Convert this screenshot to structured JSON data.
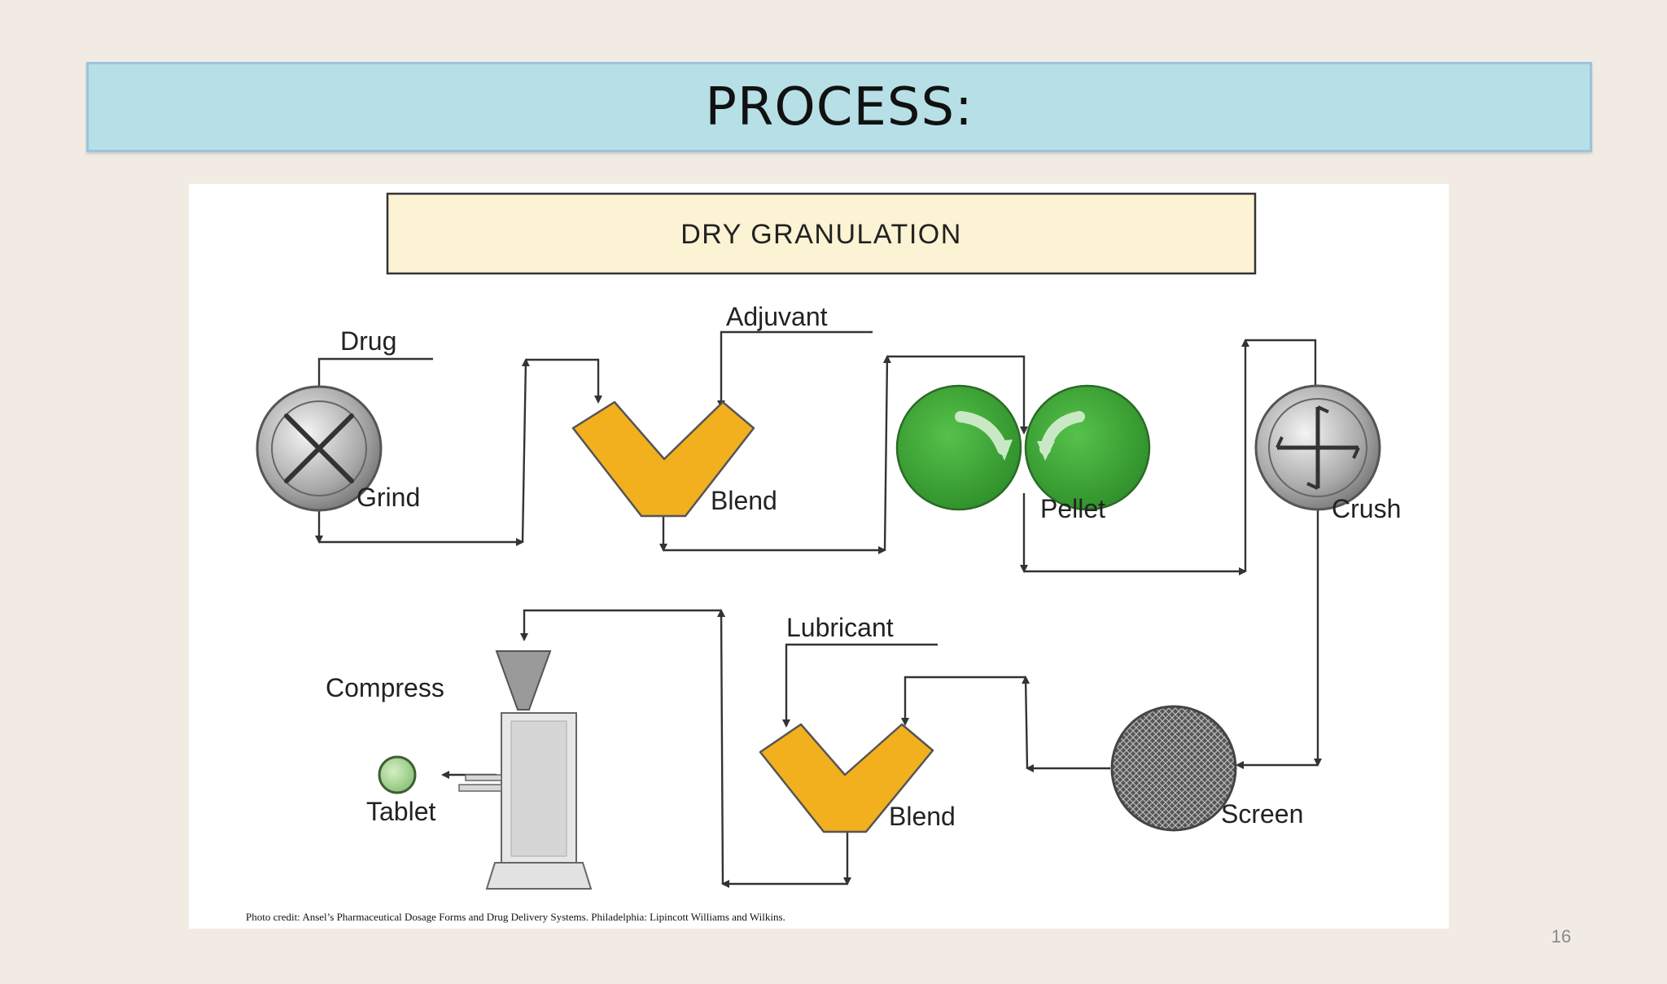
{
  "slide": {
    "title": "PROCESS:",
    "page_number": "16"
  },
  "diagram": {
    "header": "DRY GRANULATION",
    "labels": {
      "drug": "Drug",
      "grind": "Grind",
      "adjuvant": "Adjuvant",
      "blend1": "Blend",
      "pellet": "Pellet",
      "crush": "Crush",
      "lubricant": "Lubricant",
      "blend2": "Blend",
      "screen": "Screen",
      "compress": "Compress",
      "tablet": "Tablet"
    },
    "credit": "Photo credit: Ansel’s Pharmaceutical Dosage Forms and Drug Delivery Systems. Philadelphia: Lipincott Williams and Wilkins.",
    "colors": {
      "blender": "#f2b01e",
      "roller": "#3faa3a",
      "header_fill": "#fbf3d3",
      "title_fill": "#b7dfe6"
    }
  }
}
